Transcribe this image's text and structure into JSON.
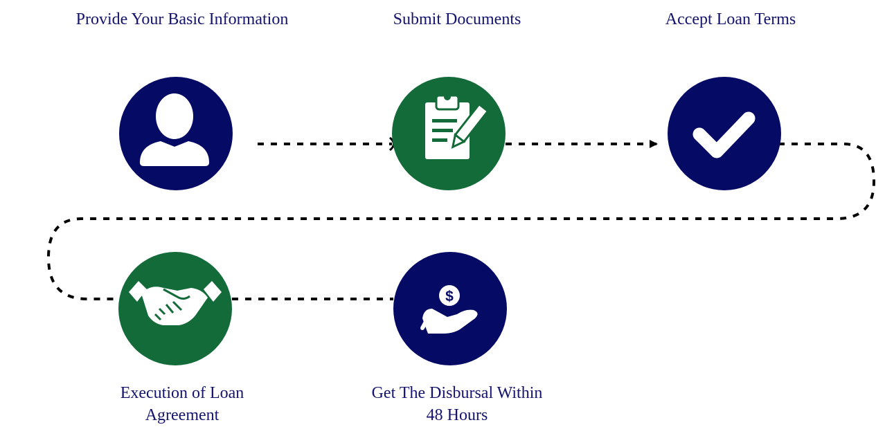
{
  "colors": {
    "navy": "#050a64",
    "green": "#146b3a",
    "title_text": "#14146e",
    "connector": "#000000",
    "icon_fill": "#ffffff"
  },
  "steps": [
    {
      "id": "provide-info",
      "title": "Provide Your Basic Information",
      "icon": "user-icon",
      "circle_color": "navy"
    },
    {
      "id": "submit-documents",
      "title": "Submit Documents",
      "icon": "clipboard-pen-icon",
      "circle_color": "green"
    },
    {
      "id": "accept-terms",
      "title": "Accept Loan Terms",
      "icon": "checkmark-icon",
      "circle_color": "navy"
    },
    {
      "id": "execution",
      "title_lines": [
        "Execution of Loan",
        "Agreement"
      ],
      "icon": "handshake-icon",
      "circle_color": "green"
    },
    {
      "id": "disbursal",
      "title_lines": [
        "Get The Disbursal Within",
        "48 Hours"
      ],
      "icon": "money-hand-icon",
      "circle_color": "navy"
    }
  ]
}
